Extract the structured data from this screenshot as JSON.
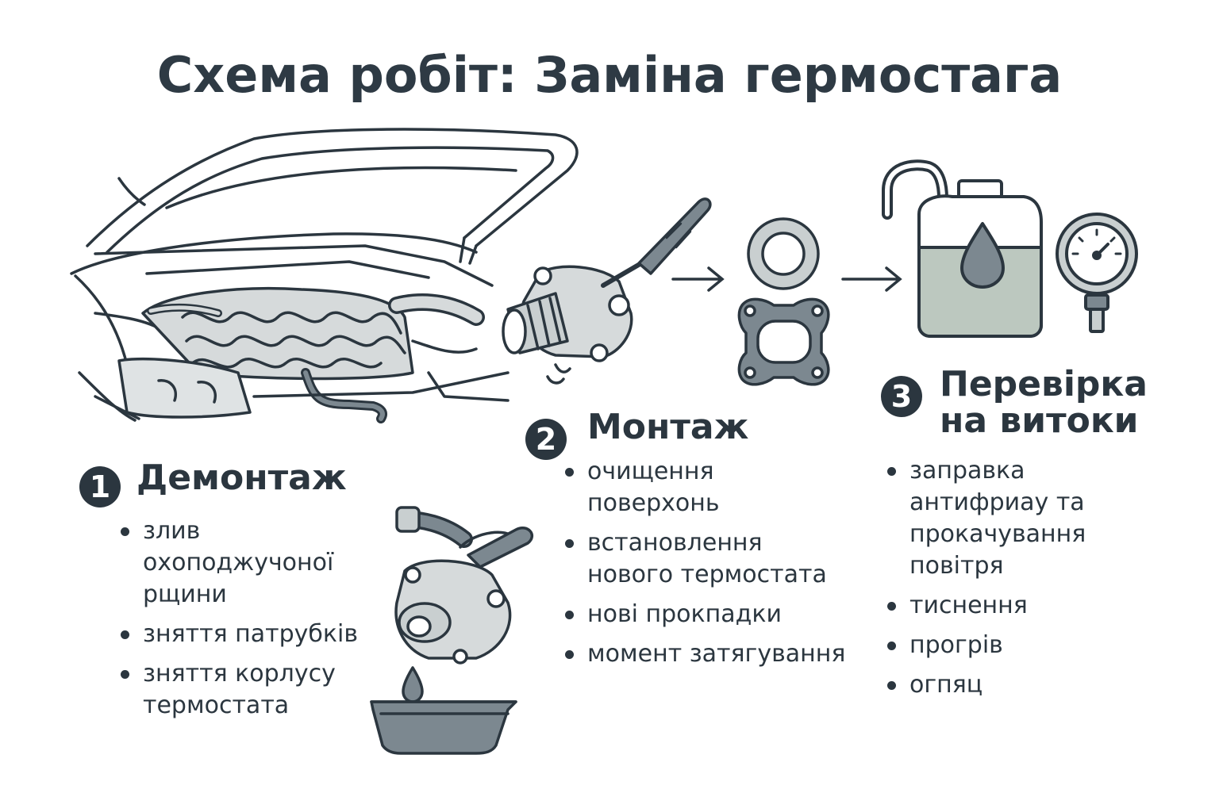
{
  "title": "Схема робіт: Заміна гермостага",
  "steps": [
    {
      "number": "1",
      "title": "Демонтаж",
      "items": [
        "злив\nохоподжучоної\nрщини",
        "зняття патрубків",
        "зняття корлусу\nтермостата"
      ]
    },
    {
      "number": "2",
      "title": "Монтаж",
      "items": [
        "очищення\nповерхонь",
        "встановлення\nнового термостата",
        "нові прокпадки",
        "момент затягування"
      ]
    },
    {
      "number": "3",
      "title": "Перевірка\nна витоки",
      "items": [
        "заправка\nантифриау та\nпрокачування\nповітря",
        "тиснення",
        "прогрів",
        "огпяц"
      ]
    }
  ],
  "colors": {
    "ink": "#2b363f",
    "fill": "#c9cfd0",
    "fluid": "#bcc8bf",
    "steel": "#7c8890"
  }
}
